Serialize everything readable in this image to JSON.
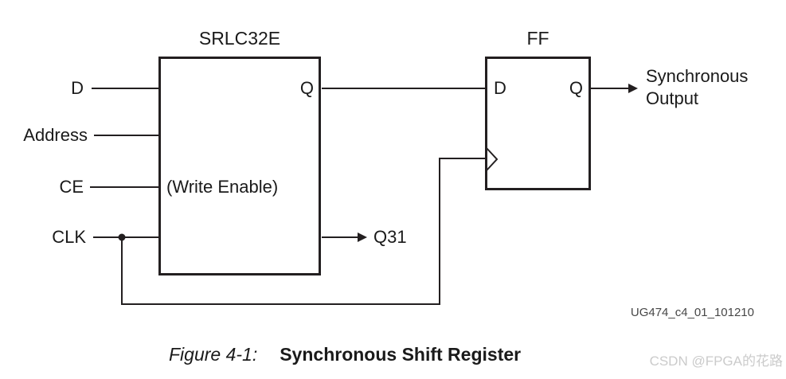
{
  "diagram": {
    "srlc32e": {
      "title": "SRLC32E",
      "note": "(Write Enable)",
      "pin_q": "Q"
    },
    "ff": {
      "title": "FF",
      "pin_d": "D",
      "pin_q": "Q"
    },
    "inputs": {
      "d": "D",
      "address": "Address",
      "ce": "CE",
      "clk": "CLK"
    },
    "outputs": {
      "q31": "Q31",
      "sync_line1": "Synchronous",
      "sync_line2": "Output"
    },
    "doc_ref": "UG474_c4_01_101210"
  },
  "caption": {
    "label": "Figure 4-1:",
    "title": "Synchronous Shift Register"
  },
  "watermark": "CSDN @FPGA的花路",
  "colors": {
    "line": "#231f20",
    "text": "#1a1a1a",
    "doc_ref": "#474747",
    "watermark": "#cbcbcb",
    "background": "#ffffff"
  }
}
